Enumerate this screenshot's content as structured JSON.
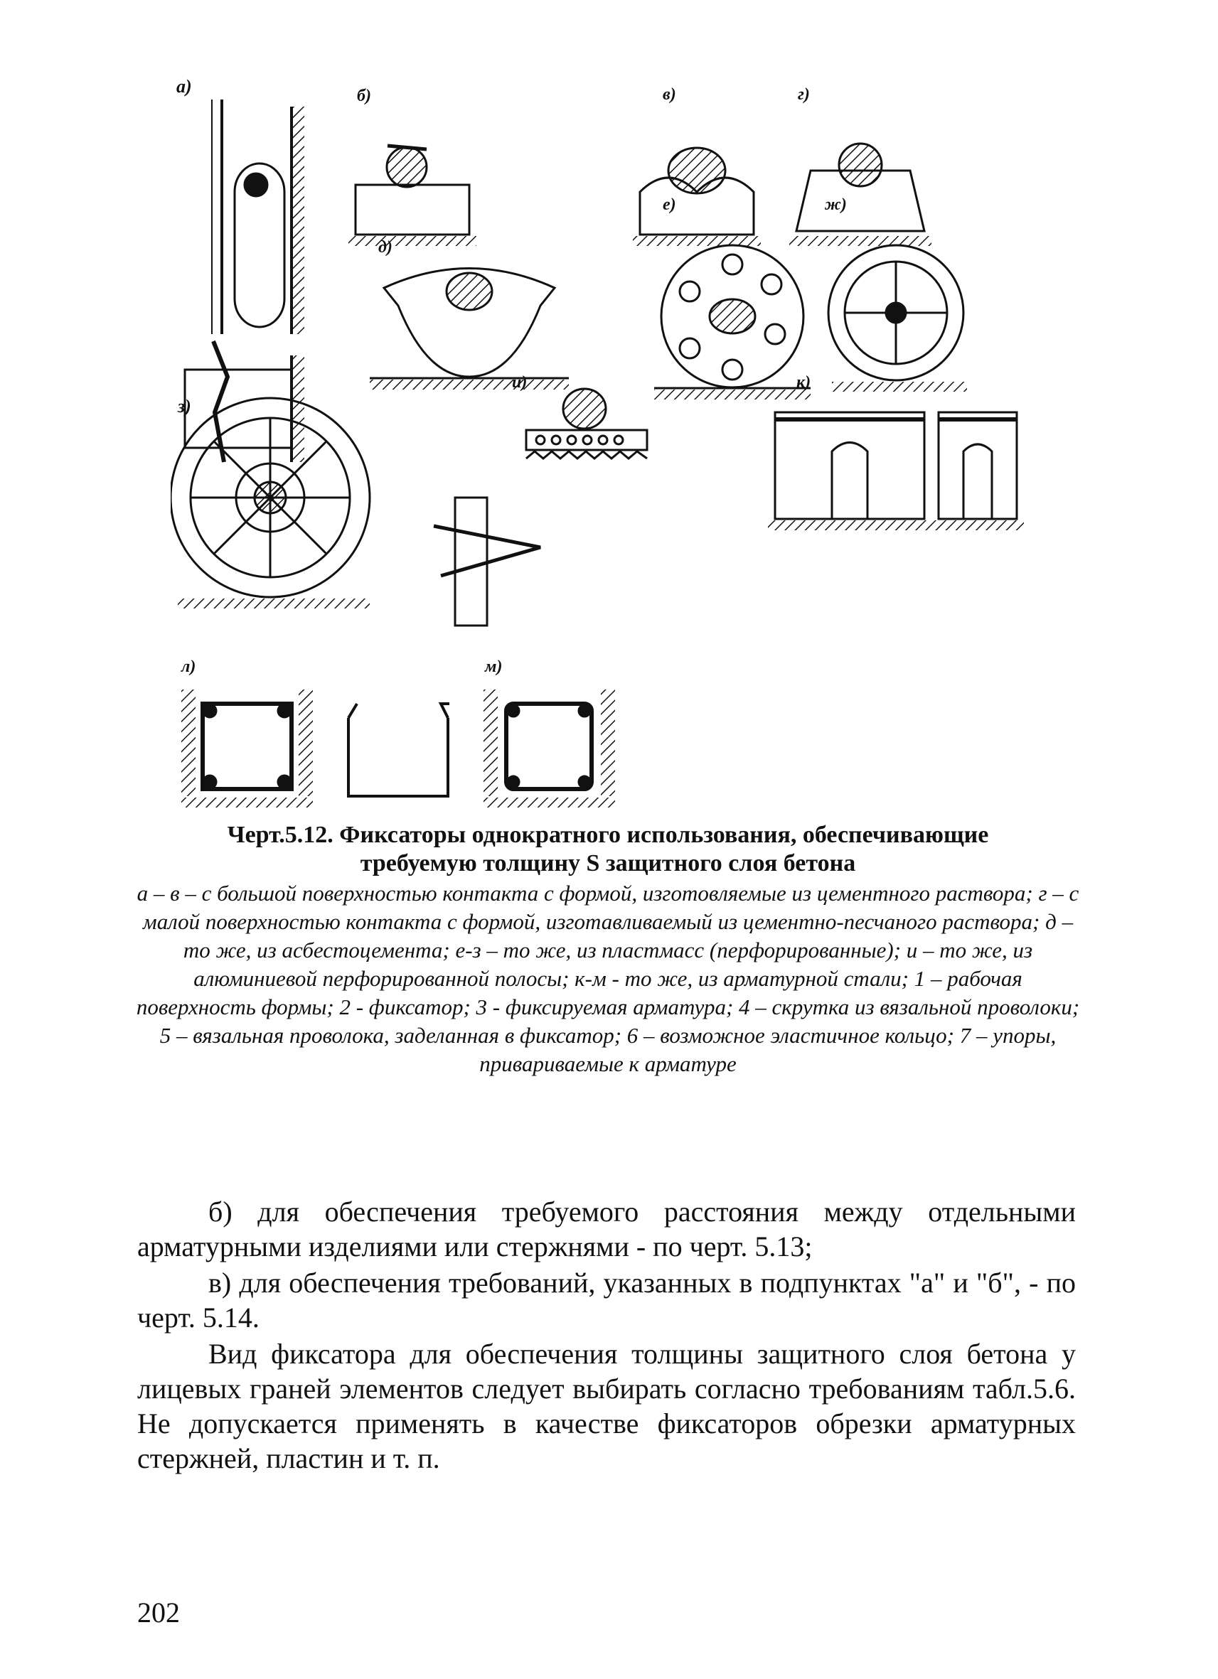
{
  "figure": {
    "panel_labels": [
      "а)",
      "б)",
      "в)",
      "г)",
      "д)",
      "е)",
      "ж)",
      "з)",
      "и)",
      "к)",
      "л)",
      "м)"
    ]
  },
  "caption": {
    "title_line1": "Черт.5.12. Фиксаторы однократного использования, обеспечивающие",
    "title_line2": "требуемую толщину S защитного слоя бетона",
    "body": "а – в – с большой поверхностью контакта с формой, изготовляемые из цементного раствора; г – с малой поверхностью контакта с формой, изготавливаемый из цементно-песчаного раствора; д – то же, из асбестоцемента; е-з – то же, из пластмасс (перфорированные); и – то же, из алюминиевой перфорированной полосы; к-м - то же, из арматурной стали; 1 – рабочая поверхность формы; 2 - фиксатор; 3 - фиксируемая арматура; 4 – скрутка из вязальной проволоки; 5 – вязальная проволока, заделанная в фиксатор; 6 – возможное эластичное кольцо; 7 – упоры, привариваемые к арматуре"
  },
  "body": {
    "p1": "б) для обеспечения требуемого расстояния между отдельными арматурными изделиями или стержнями - по черт. 5.13;",
    "p2": "в) для обеспечения требований, указанных в подпунктах \"а\" и \"б\", - по черт. 5.14.",
    "p3": "Вид фиксатора для обеспечения толщины защитного слоя бетона у лицевых граней элементов следует выбирать согласно требованиям табл.5.6. Не допускается применять в качестве фиксаторов обрезки арматурных стержней, пластин и т. п."
  },
  "page_number": "202"
}
